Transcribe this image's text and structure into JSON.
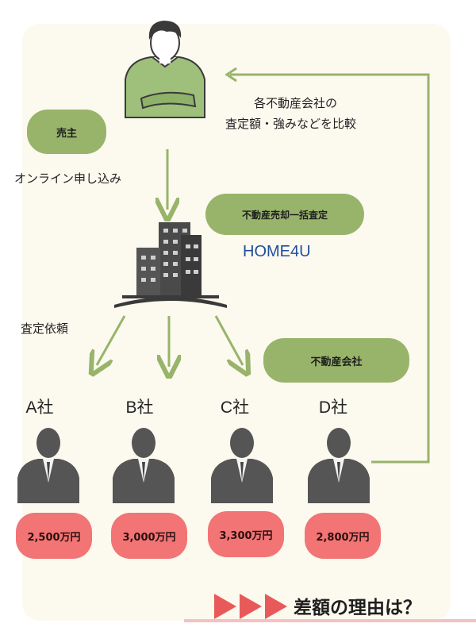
{
  "seller_pill": "売主",
  "online_label": "オンライン申し込み",
  "compare_text_line1": "各不動産会社の",
  "compare_text_line2": "査定額・強みなどを比較",
  "service_pill": "不動産売却一括査定",
  "service_name": "HOME4U",
  "request_label": "査定依頼",
  "agencies_pill": "不動産会社",
  "companies": [
    {
      "label": "A社",
      "price": "2,500万円"
    },
    {
      "label": "B社",
      "price": "3,000万円"
    },
    {
      "label": "C社",
      "price": "3,300万円"
    },
    {
      "label": "D社",
      "price": "2,800万円"
    }
  ],
  "footer_text": "差額の理由は？",
  "colors": {
    "panel_bg": "#fcf9ef",
    "green": "#98b46b",
    "price_red": "#f27474",
    "arrow_red": "#e85a5a",
    "service_blue": "#1f4e9c"
  }
}
